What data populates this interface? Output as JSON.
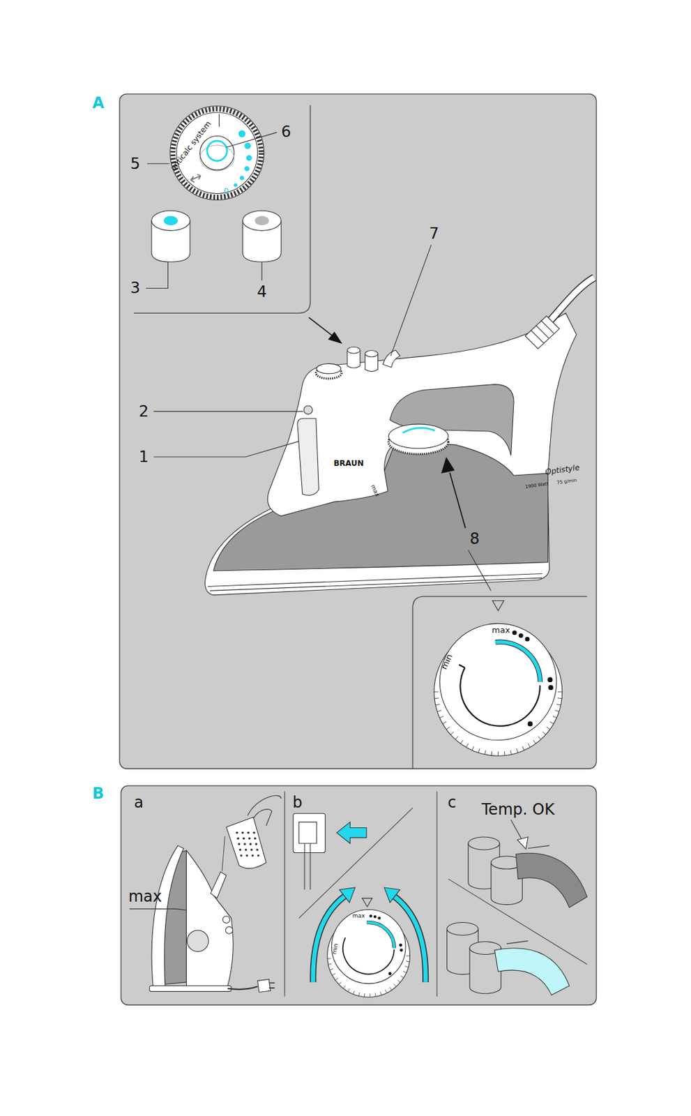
{
  "diagram": {
    "labels": [
      "A",
      "anticalc system",
      "0",
      "5",
      "6",
      "3",
      "4",
      "7",
      "2",
      "1",
      "BRAUN",
      "max",
      "Optistyle",
      "1900 Watt",
      "75 g/min",
      "8",
      "max",
      "min",
      "B",
      "a",
      "max",
      "b",
      "max",
      "min",
      "c",
      "Temp. OK"
    ]
  }
}
